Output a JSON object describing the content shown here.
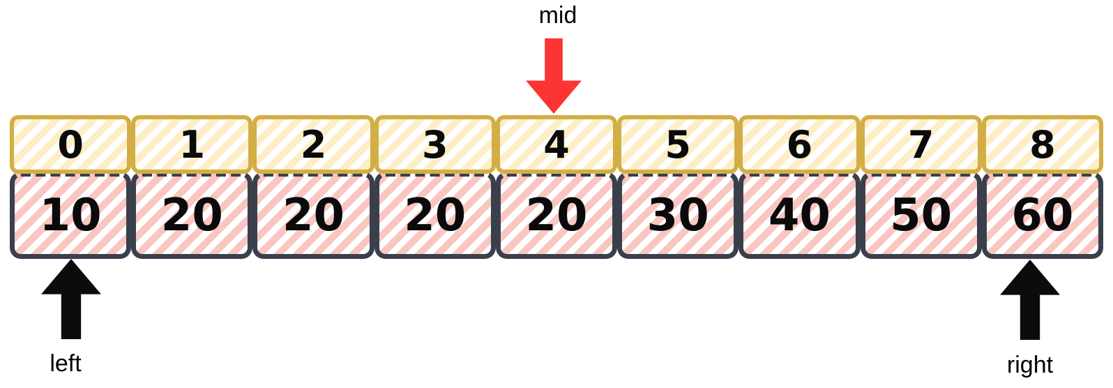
{
  "array": {
    "cells": [
      {
        "index": "0",
        "value": "10"
      },
      {
        "index": "1",
        "value": "20"
      },
      {
        "index": "2",
        "value": "20"
      },
      {
        "index": "3",
        "value": "20"
      },
      {
        "index": "4",
        "value": "20"
      },
      {
        "index": "5",
        "value": "30"
      },
      {
        "index": "6",
        "value": "40"
      },
      {
        "index": "7",
        "value": "50"
      },
      {
        "index": "8",
        "value": "60"
      }
    ]
  },
  "pointers": {
    "mid": {
      "label": "mid",
      "points_to_index": "4"
    },
    "left": {
      "label": "left",
      "points_to_index": "0"
    },
    "right": {
      "label": "right",
      "points_to_index": "8"
    }
  },
  "colors": {
    "gold": "#d2ae45",
    "cream": "#fdeec6",
    "dark": "#39404b",
    "pink": "#f9c6c2",
    "red": "#fd3434",
    "ink": "#0c0c0e"
  }
}
